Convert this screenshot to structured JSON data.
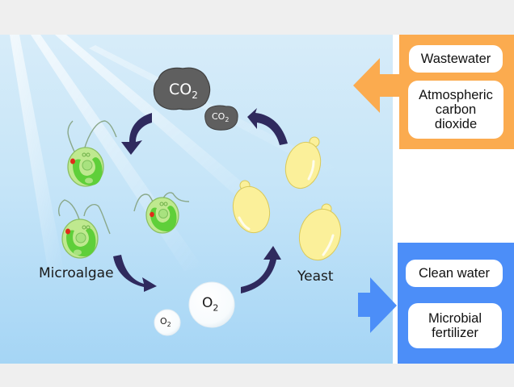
{
  "diagram": {
    "organisms": {
      "microalgae_label": "Microalgae",
      "yeast_label": "Yeast"
    },
    "gases": {
      "co2_large": "CO",
      "co2_small": "CO",
      "o2_large": "O",
      "o2_small": "O",
      "subscript": "2"
    },
    "inputs": {
      "items": [
        "Wastewater",
        "Atmospheric carbon dioxide"
      ],
      "lines": {
        "wastewater": "Wastewater",
        "atmo_1": "Atmospheric",
        "atmo_2": "carbon",
        "atmo_3": "dioxide"
      }
    },
    "outputs": {
      "items": [
        "Clean water",
        "Microbial fertilizer"
      ],
      "lines": {
        "clean": "Clean water",
        "micro_1": "Microbial",
        "micro_2": "fertilizer"
      }
    },
    "colors": {
      "input_panel": "#fbab4f",
      "output_panel": "#4c8ef8",
      "cycle_arrow": "#2f2a5e",
      "co2_cloud": "#5f5f5f",
      "algae_green": "#5fcf3a",
      "yeast_yellow": "#fbf09a"
    }
  }
}
